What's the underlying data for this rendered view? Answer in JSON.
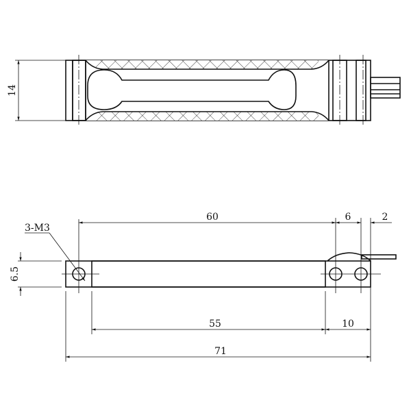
{
  "top_view": {
    "height_label": "14"
  },
  "side_view": {
    "dim_60": "60",
    "dim_6": "6",
    "dim_2": "2",
    "hole_label": "3-M3",
    "thickness_label": "6.5",
    "dim_55": "55",
    "dim_10": "10",
    "dim_71": "71"
  },
  "colors": {
    "line": "#111111",
    "background": "#ffffff"
  }
}
